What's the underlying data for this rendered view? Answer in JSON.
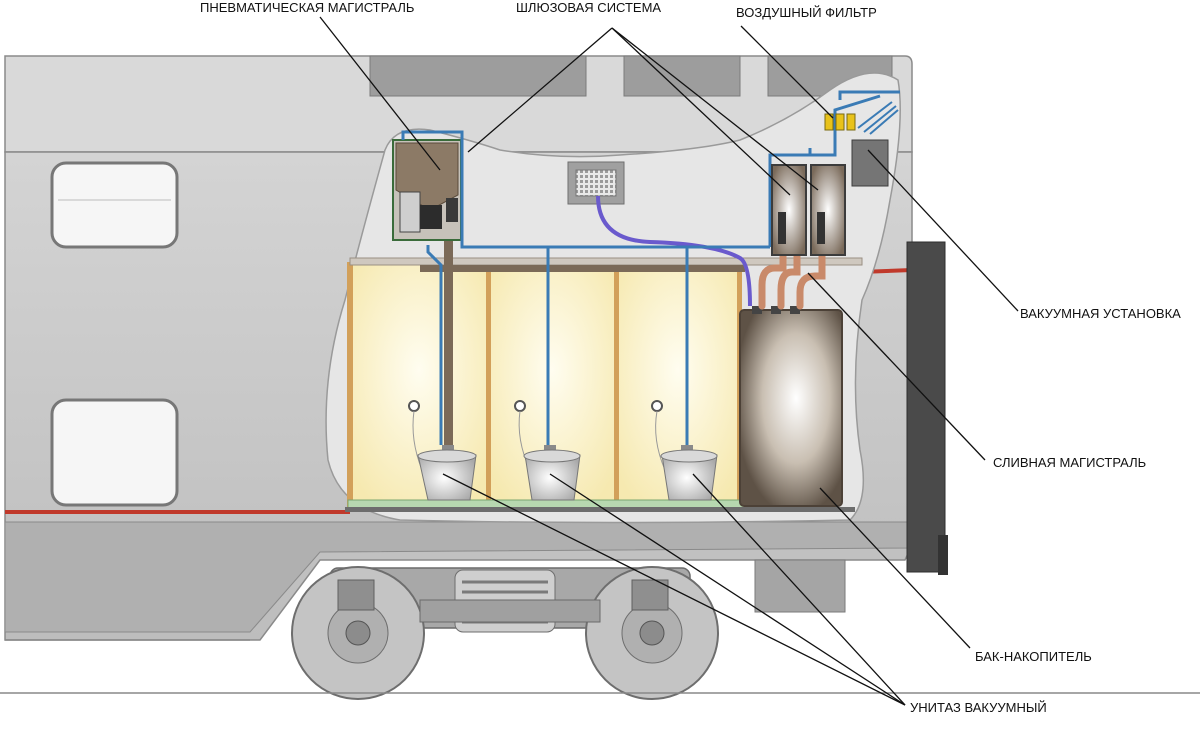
{
  "labels": {
    "pneumatic_main": "ПНЕВМАТИЧЕСКАЯ МАГИСТРАЛЬ",
    "lock_system": "ШЛЮЗОВАЯ СИСТЕМА",
    "air_filter": "ВОЗДУШНЫЙ ФИЛЬТР",
    "vacuum_unit": "ВАКУУМНАЯ УСТАНОВКА",
    "drain_main": "СЛИВНАЯ МАГИСТРАЛЬ",
    "storage_tank": "БАК-НАКОПИТЕЛЬ",
    "vacuum_toilet": "УНИТАЗ ВАКУУМНЫЙ"
  },
  "colors": {
    "car_body": "#c8c8c8",
    "car_body_dark": "#9a9a9a",
    "stripe": "#c0392b",
    "cutout": "#e4e4e4",
    "compartment": "#fdf6d6",
    "pneumatic_pipe": "#4a90c8",
    "vacuum_hose": "#6a5acd",
    "drain_pipe": "#c98a6a",
    "frame": "#6b5a48",
    "filter": "#e8c21a"
  }
}
